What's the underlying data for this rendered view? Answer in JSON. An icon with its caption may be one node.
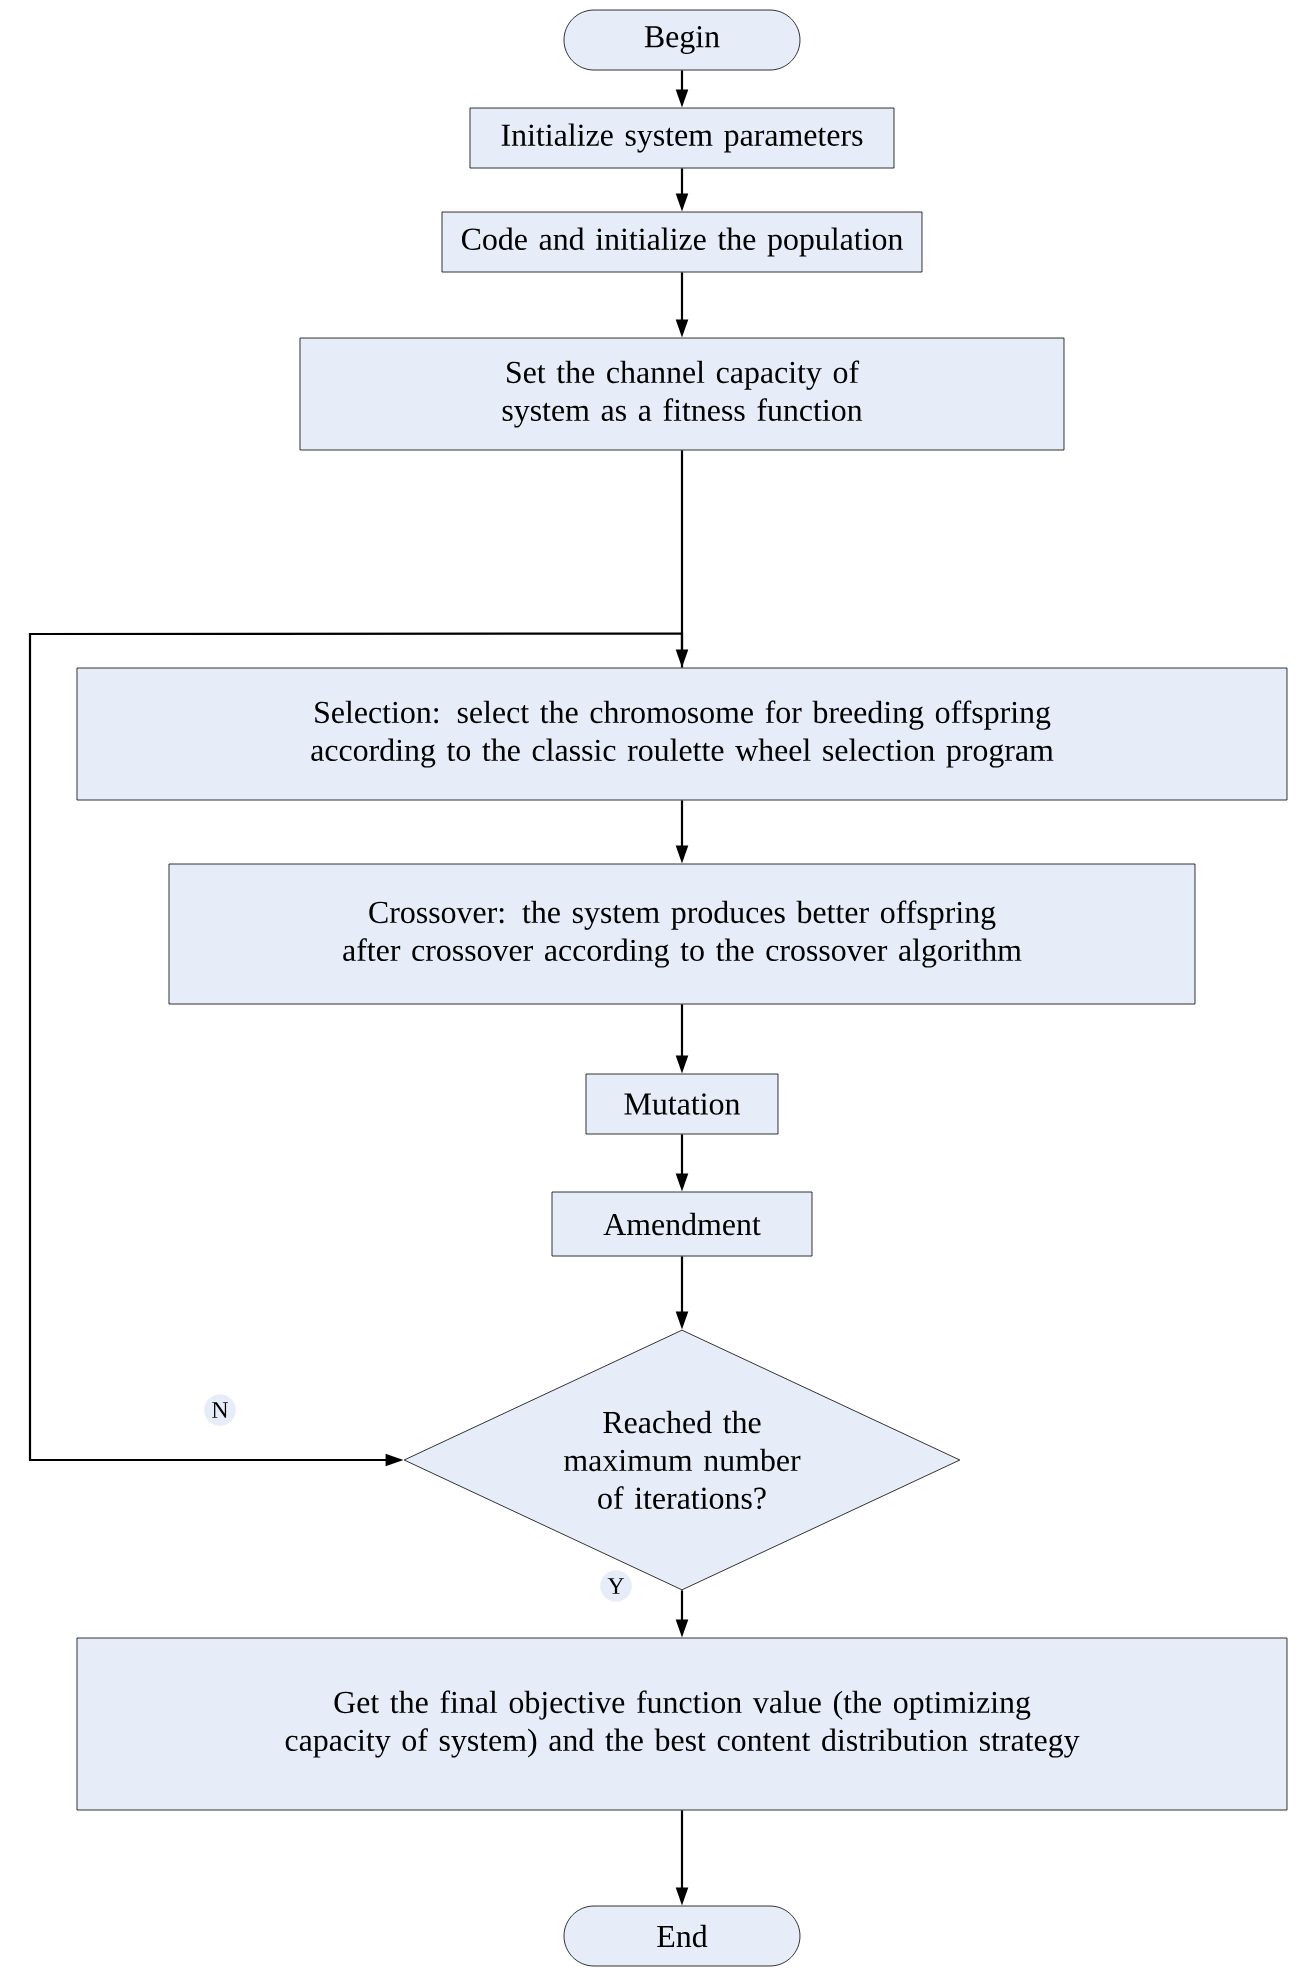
{
  "diagram": {
    "nodes": [
      {
        "text": [
          "Begin"
        ]
      },
      {
        "text": [
          "Initialize system parameters"
        ]
      },
      {
        "text": [
          "Code and initialize the population"
        ]
      },
      {
        "text": [
          "Set the channel capacity of system as a fitness function"
        ]
      },
      {
        "text": [
          "Selection: select the chromosome for breeding offspring according to the classic roulette wheel selection program"
        ]
      },
      {
        "text": [
          "Crossover: the system produces better offspring after crossover according to the crossover algorithm"
        ]
      },
      {
        "text": [
          "Mutation"
        ]
      },
      {
        "text": [
          "Amendment"
        ]
      },
      {
        "text": [
          "Reached the maximum number of iterations?"
        ]
      },
      {
        "text": [
          "Get the final objective function value (the optimizing capacity of system) and the best content distribution strategy"
        ]
      },
      {
        "text": [
          "End"
        ]
      }
    ],
    "edges": [
      {
        "from": 0,
        "to": 1,
        "arrow": "to"
      },
      {
        "from": 1,
        "to": 2,
        "arrow": "to"
      },
      {
        "from": 2,
        "to": 3,
        "arrow": "to"
      },
      {
        "from": 3,
        "to": 4,
        "arrow": "to"
      },
      {
        "from": 4,
        "to": 5,
        "arrow": "to"
      },
      {
        "from": 5,
        "to": 6,
        "arrow": "to"
      },
      {
        "from": 6,
        "to": 7,
        "arrow": "to"
      },
      {
        "from": 7,
        "to": 8,
        "arrow": "to"
      },
      {
        "from": 4,
        "to": 8,
        "arrow": "to",
        "label": "N"
      },
      {
        "from": 8,
        "to": 9,
        "arrow": "to",
        "label": "Y"
      },
      {
        "from": 9,
        "to": 10,
        "arrow": "to"
      }
    ]
  }
}
